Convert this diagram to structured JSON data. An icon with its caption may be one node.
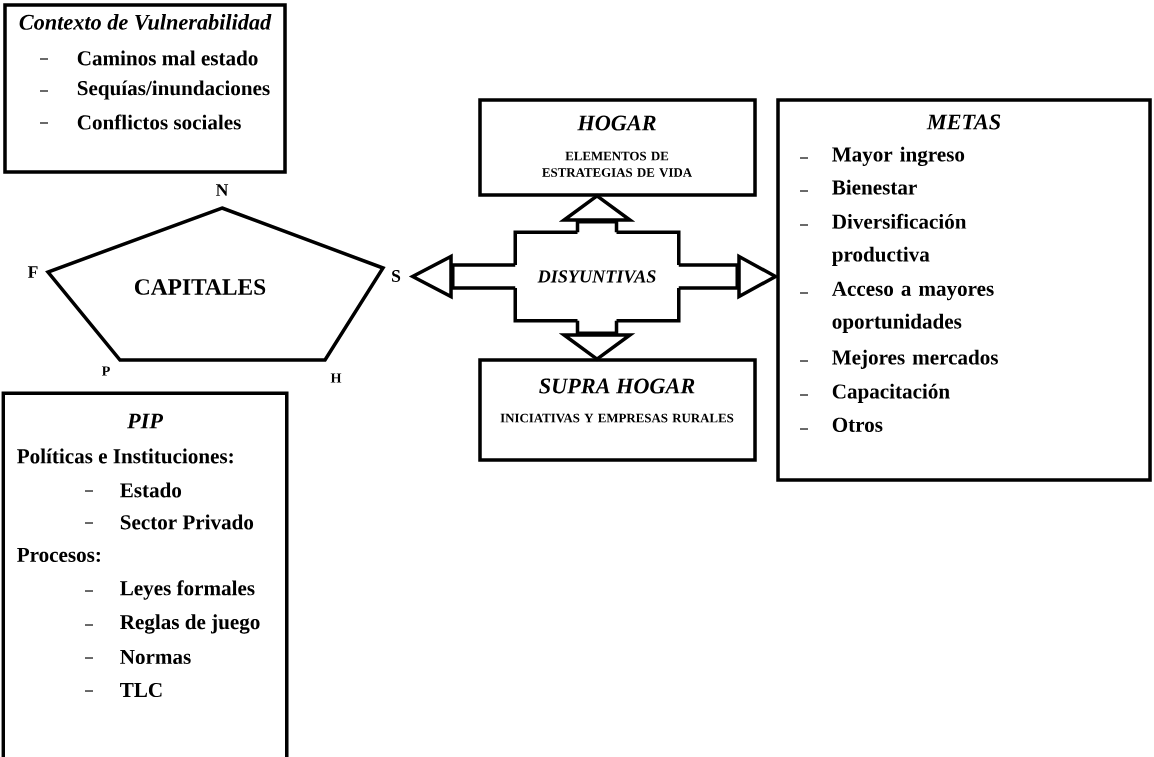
{
  "diagram": {
    "nodes": [
      {
        "text": [
          "Contexto de Vulnerabilidad",
          "Caminos mal estado",
          "Sequías/inundaciones",
          "Conflictos sociales"
        ]
      },
      {
        "text": [
          "HOGAR",
          "ELEMENTOS DE ESTRATEGIAS DE VIDA"
        ]
      },
      {
        "text": [
          "METAS",
          "Mayor ingreso",
          "Bienestar",
          "Diversificación productiva",
          "Acceso a mayores oportunidades",
          "Mejores mercados",
          "Capacitación",
          "Otros"
        ]
      },
      {
        "text": [
          "CAPITALES"
        ],
        "beside": [
          "N",
          "F",
          "S",
          "P",
          "H"
        ]
      },
      {
        "text": [
          "DISYUNTIVAS"
        ]
      },
      {
        "text": [
          "SUPRA HOGAR",
          "INICIATIVAS Y EMPRESAS RURALES"
        ]
      },
      {
        "text": [
          "PIP",
          "Políticas e Instituciones:",
          "Estado",
          "Sector Privado",
          "Procesos:",
          "Leyes formales",
          "Reglas de juego",
          "Normas",
          "TLC"
        ]
      }
    ],
    "edges": [
      {
        "from": 4,
        "to": 1,
        "arrow": "to"
      },
      {
        "from": 4,
        "to": 3,
        "arrow": "to"
      },
      {
        "from": 4,
        "to": 2,
        "arrow": "to"
      },
      {
        "from": 4,
        "to": 5,
        "arrow": "to"
      }
    ]
  }
}
